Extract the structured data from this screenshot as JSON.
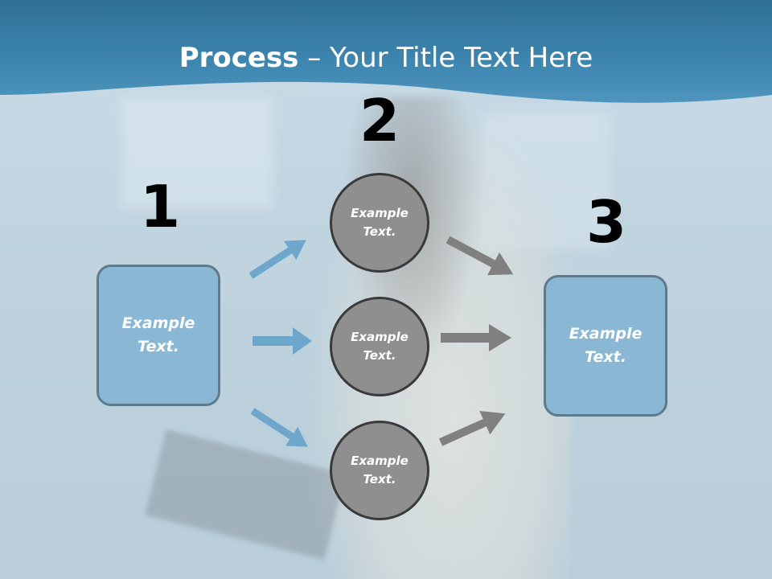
{
  "slide": {
    "title_bold": "Process",
    "title_rest": " – Your Title Text Here"
  },
  "steps": [
    {
      "number": "1",
      "box_text": "Example Text."
    },
    {
      "number": "2"
    },
    {
      "number": "3",
      "box_text": "Example Text."
    }
  ],
  "circles": [
    {
      "text": "Example Text."
    },
    {
      "text": "Example Text."
    },
    {
      "text": "Example Text."
    }
  ],
  "colors": {
    "header_blue": "#3a7fa6",
    "box_fill": "#8ab8d4",
    "box_border": "#5e7b8c",
    "circle_fill": "#8f8f8f",
    "circle_border": "#3a3a3a",
    "arrow_blue": "#6ea7cb",
    "arrow_gray": "#808080"
  },
  "icons": {
    "left_arrows": "arrow-right-icon",
    "right_arrows": "arrow-right-icon"
  }
}
